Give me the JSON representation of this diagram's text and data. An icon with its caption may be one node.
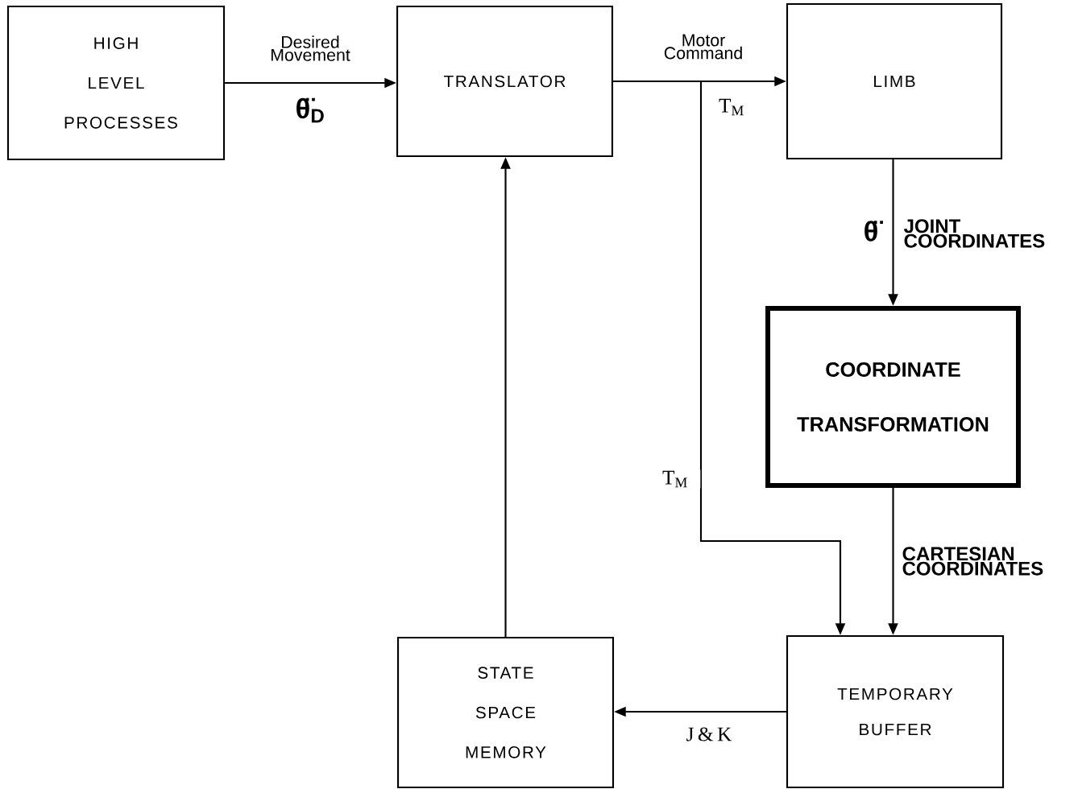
{
  "diagram": {
    "nodes": [
      {
        "text": [
          "HIGH LEVEL PROCESSES"
        ]
      },
      {
        "text": [
          "TRANSLATOR"
        ]
      },
      {
        "text": [
          "LIMB"
        ]
      },
      {
        "text": [
          "COORDINATE TRANSFORMATION"
        ]
      },
      {
        "text": [
          "STATE SPACE MEMORY"
        ]
      },
      {
        "text": [
          "TEMPORARY BUFFER"
        ]
      }
    ],
    "edges": [
      {
        "from": 0,
        "to": 1,
        "arrow": "to",
        "label": "Desired Movement"
      },
      {
        "from": 1,
        "to": 2,
        "arrow": "to",
        "label": "Motor Command"
      },
      {
        "from": 1,
        "to": 5,
        "arrow": "to",
        "label": "T$_{M}$"
      },
      {
        "from": 2,
        "to": 3,
        "arrow": "to",
        "label": "JOINT COORDINATES"
      },
      {
        "from": 3,
        "to": 5,
        "arrow": "to",
        "label": "CARTESIAN COORDINATES"
      },
      {
        "from": 5,
        "to": 4,
        "arrow": "to",
        "label": "J & K"
      },
      {
        "from": 4,
        "to": 1,
        "arrow": "to"
      }
    ],
    "labels": [
      "θ̈$_{D}$",
      "T$_{M}$",
      "θ̈"
    ]
  }
}
